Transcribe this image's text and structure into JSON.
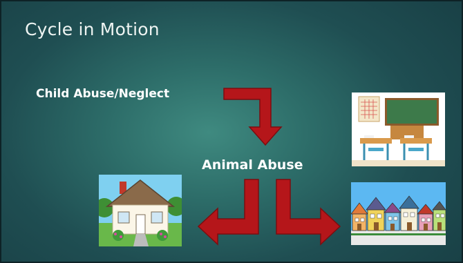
{
  "title": "Cycle in Motion",
  "labels": {
    "child_abuse": "Child Abuse/Neglect",
    "animal_abuse": "Animal Abuse"
  },
  "images": {
    "classroom": "classroom-clipart",
    "house": "house-clipart",
    "neighborhood": "row-houses-clipart"
  },
  "colors": {
    "arrow": "#b5161a",
    "arrow_dark": "#7c0d10",
    "text": "#ffffff"
  }
}
